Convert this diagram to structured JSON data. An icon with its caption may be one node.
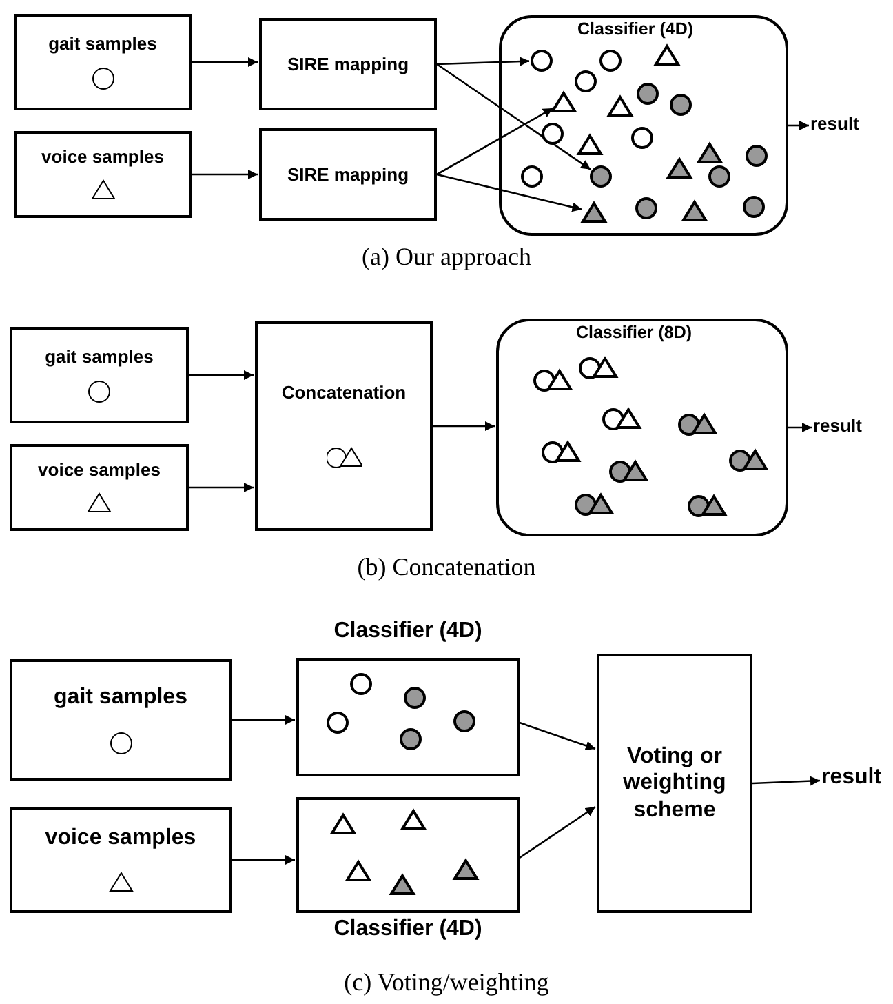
{
  "diagram": {
    "nodes": [
      {
        "text": [
          "gait samples"
        ]
      },
      {
        "text": [
          "voice samples"
        ]
      },
      {
        "text": [
          "SIRE mapping"
        ]
      },
      {
        "text": [
          "SIRE mapping"
        ]
      },
      {
        "text": [
          "Classifier (4D)"
        ]
      },
      {
        "text": [],
        "shape": "triangle",
        "in": 4
      },
      {
        "text": [],
        "shape": "circle",
        "in": 4
      },
      {
        "text": [],
        "shape": "circle",
        "in": 4
      },
      {
        "text": [],
        "shape": "circle",
        "in": 4
      },
      {
        "text": [],
        "shape": "circle",
        "in": 4
      },
      {
        "text": [],
        "shape": "triangle",
        "in": 4
      },
      {
        "text": [],
        "shape": "circle",
        "in": 4
      },
      {
        "text": [],
        "shape": "triangle",
        "in": 4
      },
      {
        "text": [],
        "shape": "circle",
        "in": 4
      },
      {
        "text": [],
        "shape": "circle",
        "in": 4
      },
      {
        "text": [],
        "shape": "triangle",
        "in": 4
      },
      {
        "text": [],
        "shape": "triangle",
        "in": 4
      },
      {
        "text": [],
        "shape": "circle",
        "in": 4
      },
      {
        "text": [],
        "shape": "triangle",
        "in": 4
      },
      {
        "text": [],
        "shape": "circle",
        "in": 4
      },
      {
        "text": [],
        "shape": "circle",
        "in": 4
      },
      {
        "text": [],
        "shape": "circle",
        "in": 4
      },
      {
        "text": [],
        "shape": "circle",
        "in": 4
      },
      {
        "text": [],
        "shape": "circle",
        "in": 4
      },
      {
        "text": [],
        "shape": "triangle",
        "in": 4
      },
      {
        "text": [],
        "shape": "triangle",
        "in": 4
      },
      {
        "text": [
          "result"
        ]
      },
      {
        "text": [
          "gait samples"
        ]
      },
      {
        "text": [
          "voice samples"
        ]
      },
      {
        "text": [
          "Concatenation"
        ]
      },
      {
        "text": [
          "Classifier (8D)"
        ]
      },
      {
        "text": [
          "result"
        ]
      },
      {
        "text": [
          "gait samples"
        ]
      },
      {
        "text": [
          "voice samples"
        ]
      },
      {
        "text": [
          "Classifier (4D)"
        ]
      },
      {
        "text": [
          "Classifier (4D)"
        ]
      },
      {
        "text": [
          "Voting or weighting scheme"
        ]
      },
      {
        "text": [
          "result"
        ]
      }
    ],
    "edges": [
      {
        "from": 0,
        "to": 2,
        "arrow": "to"
      },
      {
        "from": 1,
        "to": 3,
        "arrow": "to"
      },
      {
        "from": 2,
        "to": 6,
        "arrow": "to"
      },
      {
        "from": 2,
        "to": 20,
        "arrow": "to"
      },
      {
        "from": 3,
        "to": 10,
        "arrow": "to"
      },
      {
        "from": 3,
        "to": 25,
        "arrow": "to"
      },
      {
        "from": 4,
        "to": 26,
        "arrow": "to"
      },
      {
        "from": 27,
        "to": 29,
        "arrow": "to"
      },
      {
        "from": 28,
        "to": 29,
        "arrow": "to"
      },
      {
        "from": 29,
        "to": 30,
        "arrow": "to"
      },
      {
        "from": 30,
        "to": 31,
        "arrow": "to"
      },
      {
        "from": 32,
        "to": 34,
        "arrow": "to"
      },
      {
        "from": 33,
        "to": 35,
        "arrow": "to"
      },
      {
        "from": 34,
        "to": 36,
        "arrow": "to"
      },
      {
        "from": 35,
        "to": 36,
        "arrow": "to"
      },
      {
        "from": 36,
        "to": 37,
        "arrow": "to"
      }
    ],
    "labels": [
      "(a) Our approach",
      "(b) Concatenation",
      "(c) Voting/weighting"
    ]
  }
}
